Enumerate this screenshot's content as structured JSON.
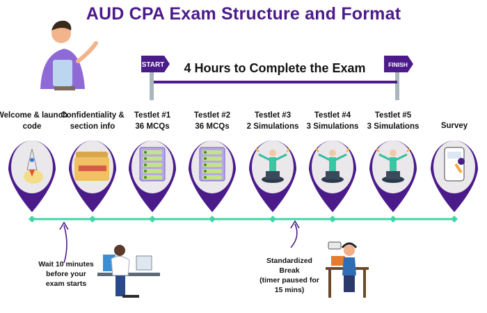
{
  "title": "AUD CPA Exam Structure and Format",
  "duration_label": "4 Hours to Complete the Exam",
  "signs": {
    "start": "START",
    "finish": "FINISH"
  },
  "stages": [
    {
      "line1": "Welcome & launch",
      "line2": "code",
      "icon": "rocket-icon"
    },
    {
      "line1": "Confidentiality &",
      "line2": "section info",
      "icon": "folder-icon"
    },
    {
      "line1": "Testlet #1",
      "line2": "36 MCQs",
      "icon": "checklist-icon"
    },
    {
      "line1": "Testlet #2",
      "line2": "36 MCQs",
      "icon": "checklist-icon"
    },
    {
      "line1": "Testlet #3",
      "line2": "2 Simulations",
      "icon": "simulation-figure-icon"
    },
    {
      "line1": "Testlet #4",
      "line2": "3 Simulations",
      "icon": "simulation-figure-icon"
    },
    {
      "line1": "Testlet #5",
      "line2": "3 Simulations",
      "icon": "simulation-figure-icon"
    },
    {
      "line1": "Survey",
      "line2": "",
      "icon": "survey-phone-icon"
    }
  ],
  "notes": {
    "wait": [
      "Wait 10 minutes",
      "before your",
      "exam starts"
    ],
    "break": [
      "Standardized",
      "Break",
      "(timer paused for",
      "15 mins)"
    ]
  },
  "colors": {
    "accent": "#4b1b8a",
    "timeline": "#3fd6a6",
    "card": "#ebe8ec",
    "duration_bar": "#4b1b8a"
  }
}
